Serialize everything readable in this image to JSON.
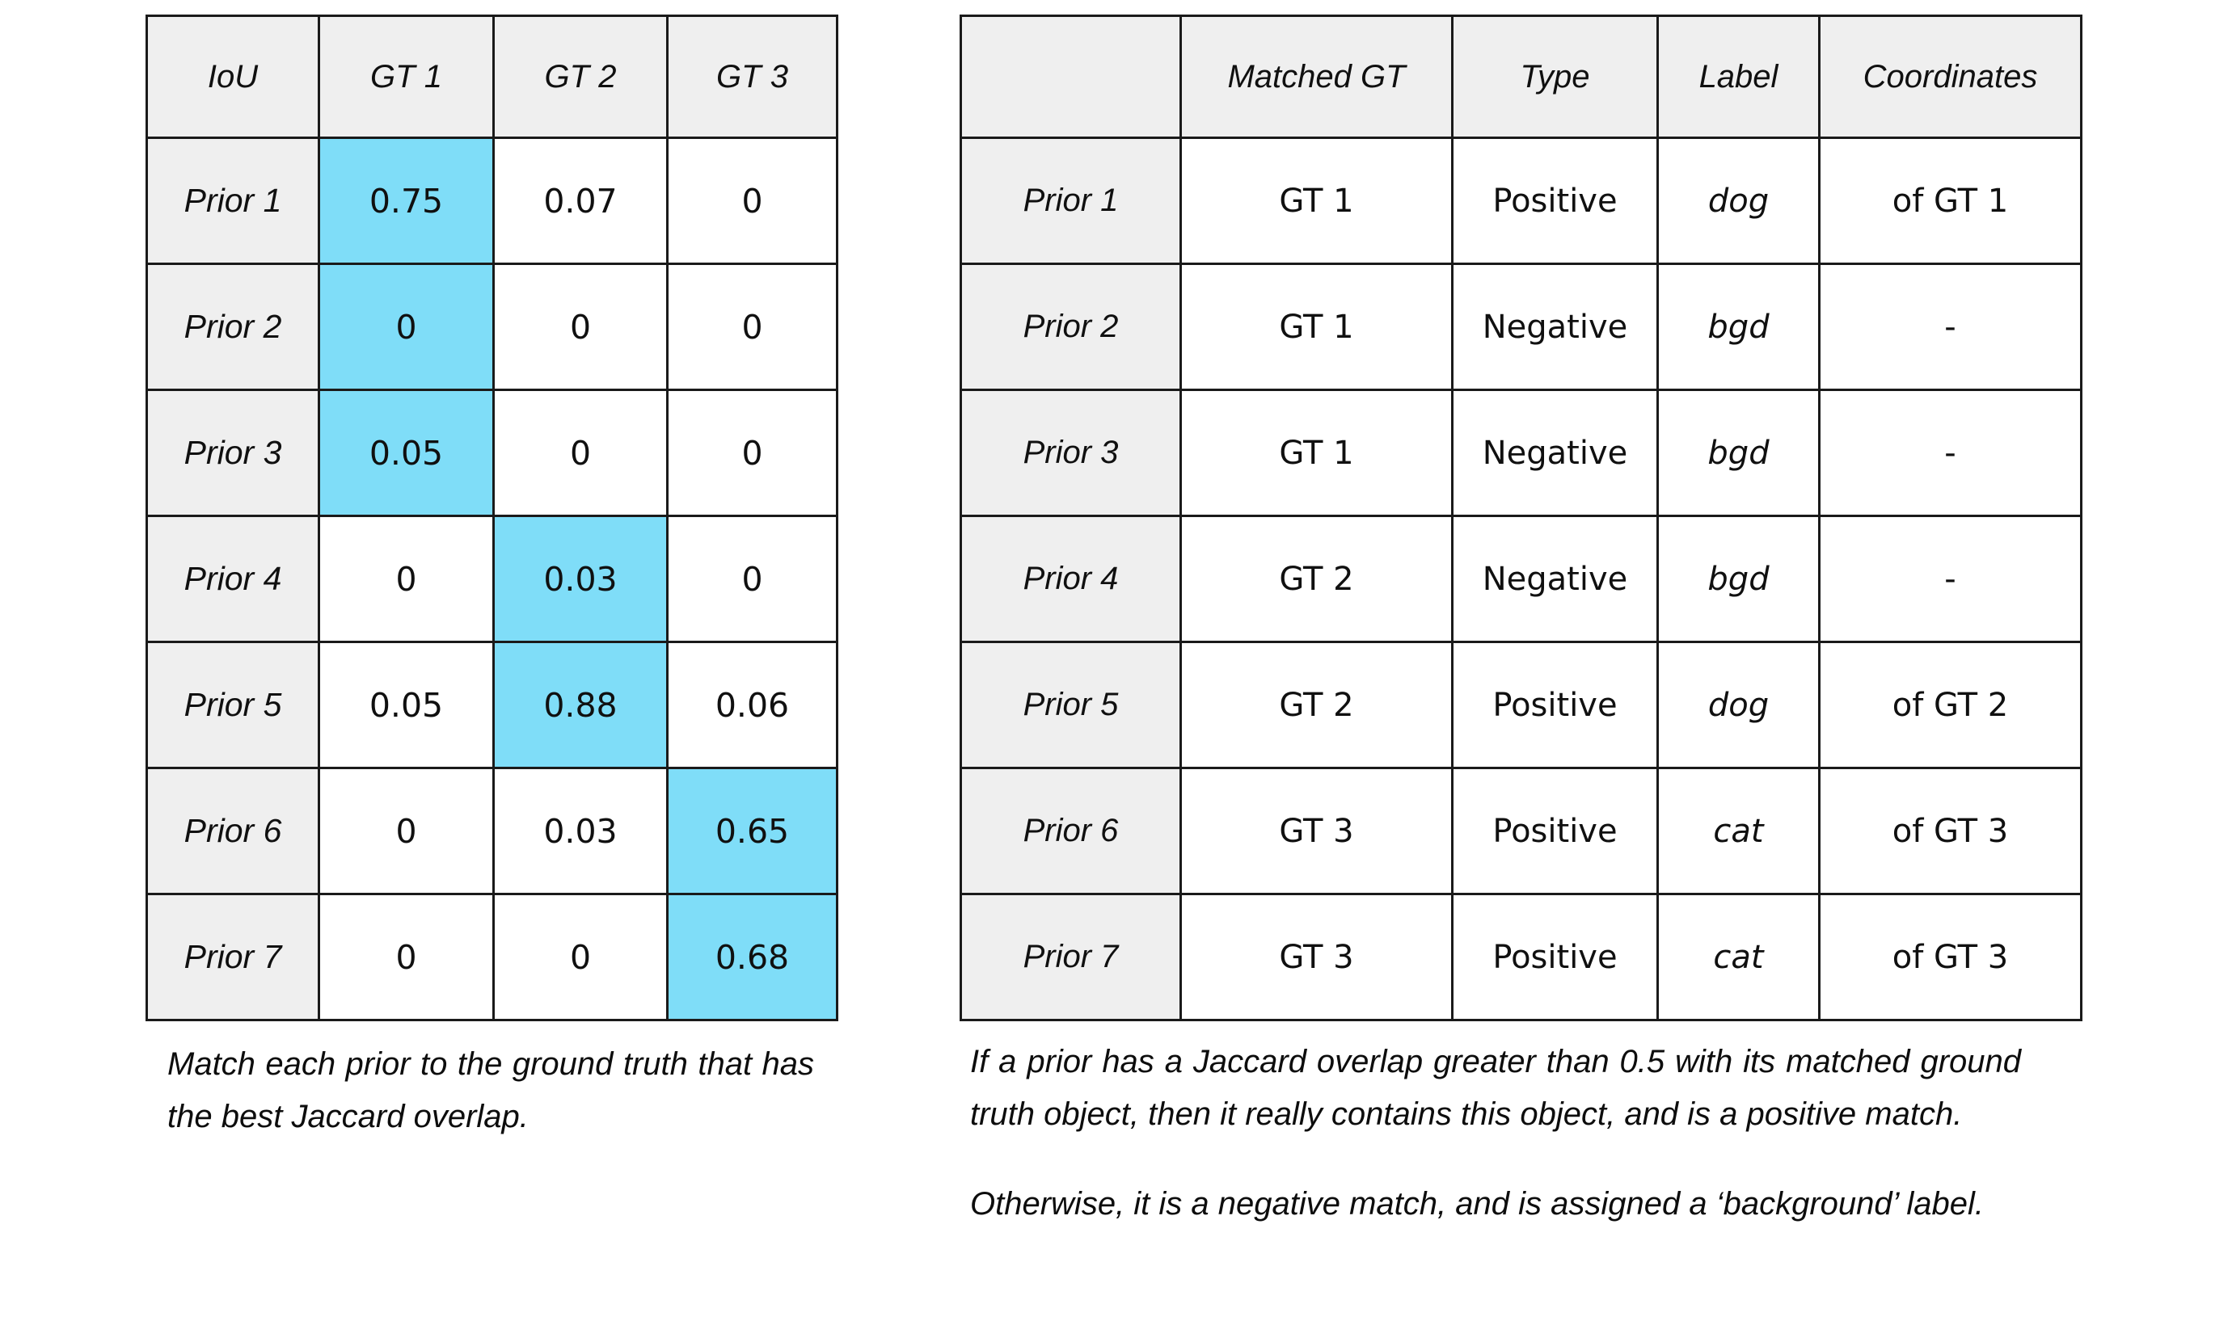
{
  "iou_table": {
    "name": "iou-matrix",
    "headers": [
      "IoU",
      "GT 1",
      "GT 2",
      "GT 3"
    ],
    "rows": [
      {
        "label": "Prior 1",
        "values": [
          "0.75",
          "0.07",
          "0"
        ],
        "highlight": 0
      },
      {
        "label": "Prior 2",
        "values": [
          "0",
          "0",
          "0"
        ],
        "highlight": 0
      },
      {
        "label": "Prior 3",
        "values": [
          "0.05",
          "0",
          "0"
        ],
        "highlight": 0
      },
      {
        "label": "Prior 4",
        "values": [
          "0",
          "0.03",
          "0"
        ],
        "highlight": 1
      },
      {
        "label": "Prior 5",
        "values": [
          "0.05",
          "0.88",
          "0.06"
        ],
        "highlight": 1
      },
      {
        "label": "Prior 6",
        "values": [
          "0",
          "0.03",
          "0.65"
        ],
        "highlight": 2
      },
      {
        "label": "Prior 7",
        "values": [
          "0",
          "0",
          "0.68"
        ],
        "highlight": 2
      }
    ]
  },
  "match_table": {
    "name": "match-summary",
    "headers": [
      "",
      "Matched GT",
      "Type",
      "Label",
      "Coordinates"
    ],
    "rows": [
      {
        "label": "Prior 1",
        "matched_gt": "GT 1",
        "type": "Positive",
        "class_label": "dog",
        "coordinates": "of GT 1"
      },
      {
        "label": "Prior 2",
        "matched_gt": "GT 1",
        "type": "Negative",
        "class_label": "bgd",
        "coordinates": "-"
      },
      {
        "label": "Prior 3",
        "matched_gt": "GT 1",
        "type": "Negative",
        "class_label": "bgd",
        "coordinates": "-"
      },
      {
        "label": "Prior 4",
        "matched_gt": "GT 2",
        "type": "Negative",
        "class_label": "bgd",
        "coordinates": "-"
      },
      {
        "label": "Prior 5",
        "matched_gt": "GT 2",
        "type": "Positive",
        "class_label": "dog",
        "coordinates": "of GT 2"
      },
      {
        "label": "Prior 6",
        "matched_gt": "GT 3",
        "type": "Positive",
        "class_label": "cat",
        "coordinates": "of GT 3"
      },
      {
        "label": "Prior 7",
        "matched_gt": "GT 3",
        "type": "Positive",
        "class_label": "cat",
        "coordinates": "of GT 3"
      }
    ]
  },
  "left_caption": {
    "text": "Match each prior to the ground truth that has the best Jaccard overlap."
  },
  "right_caption": {
    "paragraph1": "If a prior has a Jaccard overlap greater than 0.5 with its matched ground truth object, then it really contains this object, and is a positive match.",
    "paragraph2": "Otherwise, it is a negative match, and is assigned a ‘background’ label."
  },
  "colors": {
    "highlight": "#7fddf8",
    "header_bg": "#efefef",
    "border": "#1a1a1a",
    "text": "#101010",
    "page_bg": "#ffffff"
  }
}
